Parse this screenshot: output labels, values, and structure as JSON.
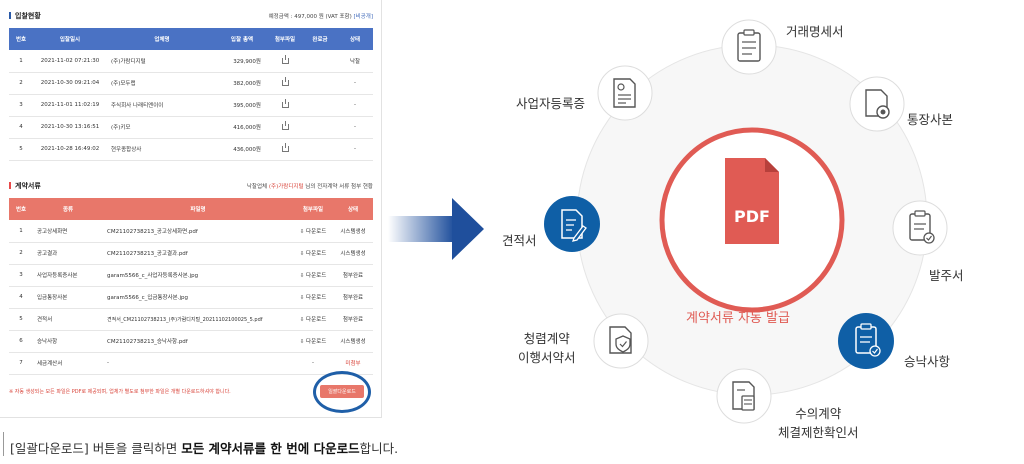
{
  "bid_status": {
    "title": "입찰현황",
    "meta_prefix": "예정금액 : 497,000 원 (VAT 포함)",
    "meta_link": "[비공개]",
    "columns": [
      "번호",
      "입찰일시",
      "업체명",
      "입찰 총액",
      "첨부파일",
      "완료금",
      "상태"
    ],
    "rows": [
      {
        "no": "1",
        "date": "2021-11-02 07:21:30",
        "company": "(주)가람디지털",
        "amount": "329,900원",
        "status": "낙찰"
      },
      {
        "no": "2",
        "date": "2021-10-30 09:21:04",
        "company": "(주)모두랩",
        "amount": "382,000원",
        "status": "-"
      },
      {
        "no": "3",
        "date": "2021-11-01 11:02:19",
        "company": "주식회사 나래티엔이이",
        "amount": "395,000원",
        "status": "-"
      },
      {
        "no": "4",
        "date": "2021-10-30 13:16:51",
        "company": "(주)키모",
        "amount": "416,000원",
        "status": "-"
      },
      {
        "no": "5",
        "date": "2021-10-28 16:49:02",
        "company": "현우종합상사",
        "amount": "436,000원",
        "status": "-"
      }
    ]
  },
  "contract_docs": {
    "title": "계약서류",
    "meta_pre": "낙찰업체",
    "meta_company": "(주)가람디지털",
    "meta_post": "님의 전자계약 서류 첨부 현황",
    "columns": [
      "번호",
      "종류",
      "파일명",
      "첨부파일",
      "상태"
    ],
    "download_label": "다운로드",
    "rows": [
      {
        "no": "1",
        "type": "공고상세화면",
        "file": "CM21102738213_공고상세화면.pdf",
        "status": "시스템생성"
      },
      {
        "no": "2",
        "type": "공고결과",
        "file": "CM21102738213_공고결과.pdf",
        "status": "시스템생성"
      },
      {
        "no": "3",
        "type": "사업자등록증사본",
        "file": "garam5566_c_사업자등록증사본.jpg",
        "status": "첨부완료"
      },
      {
        "no": "4",
        "type": "입금통장사본",
        "file": "garam5566_c_입금통장사본.jpg",
        "status": "첨부완료"
      },
      {
        "no": "5",
        "type": "견적서",
        "file": "견적서_CM21102738213_(주)가람디지털_20211102100025_5.pdf",
        "status": "첨부완료"
      },
      {
        "no": "6",
        "type": "승낙사항",
        "file": "CM21102738213_승낙사항.pdf",
        "status": "시스템생성"
      },
      {
        "no": "7",
        "type": "세금계산서",
        "file": "-",
        "dl": "-",
        "status": "미첨부"
      }
    ],
    "footnote": "※ 자동 생성되는 모든 파일은 PDF로 제공되며, 업체가 별도로 첨부한 파일은 개별 다운로드하셔야 합니다.",
    "bulk_button": "일괄다운로드"
  },
  "caption": {
    "pre": "[일괄다운로드] 버튼을 클릭하면 ",
    "bold": "모든 계약서류를 한 번에 다운로드",
    "post": "합니다."
  },
  "diagram": {
    "center_badge": "PDF",
    "center_label": "계약서류 자동 발급",
    "accent_red": "#e05b54",
    "accent_blue": "#0f5fa6",
    "nodes": [
      {
        "label": "거래명세서",
        "icon": "statement-icon",
        "active": false
      },
      {
        "label": "통장사본",
        "icon": "bankbook-icon",
        "active": false
      },
      {
        "label": "발주서",
        "icon": "order-icon",
        "active": false
      },
      {
        "label": "승낙사항",
        "icon": "approval-icon",
        "active": true
      },
      {
        "label_1": "수의계약",
        "label_2": "체결제한확인서",
        "icon": "calculator-doc-icon",
        "active": false
      },
      {
        "label_1": "청렴계약",
        "label_2": "이행서약서",
        "icon": "shield-doc-icon",
        "active": false
      },
      {
        "label": "견적서",
        "icon": "estimate-icon",
        "active": true
      },
      {
        "label": "사업자등록증",
        "icon": "license-icon",
        "active": false
      }
    ]
  }
}
